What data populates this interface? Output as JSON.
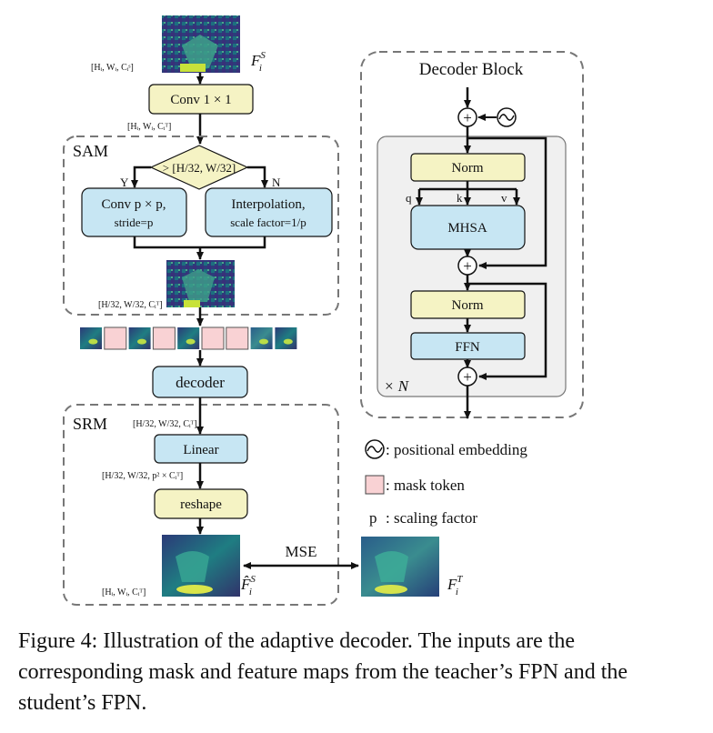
{
  "decoder_block": {
    "title": "Decoder Block",
    "norm1": "Norm",
    "q": "q",
    "k": "k",
    "v": "v",
    "mhsa": "MHSA",
    "norm2": "Norm",
    "ffn": "FFN",
    "repeat": "× N"
  },
  "left_flow": {
    "input_feature": "F",
    "input_feature_sup": "S",
    "input_feature_sub": "i",
    "input_shape": "[Hᵢ, Wᵢ, Cᵢˢ]",
    "conv1x1": "Conv 1 × 1",
    "conv_shape": "[Hᵢ, Wᵢ, Cᵢᵀ]",
    "sam_label": "SAM",
    "condition": "> [H/32, W/32]",
    "yes": "Y",
    "no": "N",
    "conv_p_line1": "Conv p × p,",
    "conv_p_line2": "stride=p",
    "interp_line1": "Interpolation,",
    "interp_line2": "scale factor=1/p",
    "sam_out_shape": "[H/32, W/32, Cᵢᵀ]",
    "decoder": "decoder",
    "srm_label": "SRM",
    "decoder_out_shape": "[H/32, W/32, Cᵢᵀ]",
    "linear": "Linear",
    "linear_out_shape": "[H/32, W/32, p² × Cᵢᵀ]",
    "reshape": "reshape",
    "output_shape": "[Hᵢ, Wᵢ, Cᵢᵀ]",
    "student_out": "F̂",
    "student_out_sup": "S",
    "student_out_sub": "i",
    "mse": "MSE",
    "teacher_feature": "F",
    "teacher_feature_sup": "T",
    "teacher_feature_sub": "i"
  },
  "legend": {
    "positional": ": positional embedding",
    "mask": ": mask token",
    "scaling_symbol": "p",
    "scaling": ": scaling factor"
  },
  "tokens": [
    "feature",
    "mask",
    "feature",
    "mask",
    "feature",
    "mask",
    "mask",
    "feature",
    "feature"
  ],
  "caption": "Figure 4: Illustration of the adaptive decoder. The inputs are the corresponding mask and feature maps from the teacher’s FPN and the student’s FPN.",
  "colors": {
    "yellow_box": "#f5f3c4",
    "blue_box": "#c7e6f3",
    "dash": "#777777",
    "block_bg": "#f0f0f0",
    "mask": "#f9d2d4"
  }
}
